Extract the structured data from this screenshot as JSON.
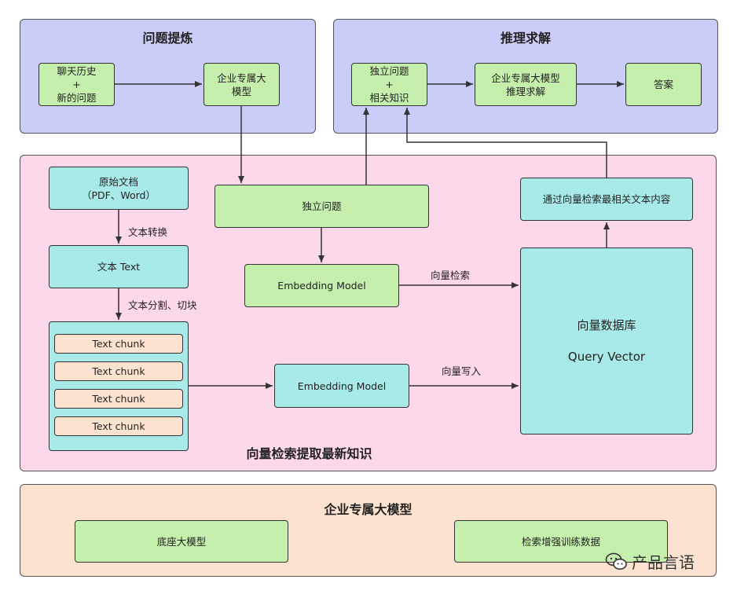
{
  "colors": {
    "panel_question": "#c9cdf7",
    "panel_reasoning": "#c9cdf7",
    "panel_retrieval": "#fdd7ea",
    "panel_model": "#fde3cf",
    "node_green": "#c5efac",
    "node_cyan": "#a8eae7",
    "node_peach": "#fde3cf"
  },
  "panels": {
    "question": "问题提炼",
    "reasoning": "推理求解",
    "retrieval": "向量检索提取最新知识",
    "model": "企业专属大模型"
  },
  "nodes": {
    "chat_history": "聊天历史\n+\n新的问题",
    "enterprise_llm_top": "企业专属大\n模型",
    "standalone_q_top": "独立问题\n+\n相关知识",
    "llm_reasoning": "企业专属大模型\n推理求解",
    "answer": "答案",
    "raw_docs": "原始文档\n（PDF、Word）",
    "text": "文本 Text",
    "chunks": [
      "Text chunk",
      "Text chunk",
      "Text chunk",
      "Text chunk"
    ],
    "standalone_q": "独立问题",
    "embedding_query": "Embedding Model",
    "embedding_docs": "Embedding Model",
    "vector_db_title": "向量数据库",
    "vector_db_sub": "Query Vector",
    "retrieve_content": "通过向量检索最相关文本内容",
    "base_model": "底座大模型",
    "rag_training": "检索增强训练数据"
  },
  "edge_labels": {
    "text_conversion": "文本转换",
    "split": "文本分割、切块",
    "vector_search": "向量检索",
    "vector_write": "向量写入"
  },
  "watermark": "产品言语"
}
